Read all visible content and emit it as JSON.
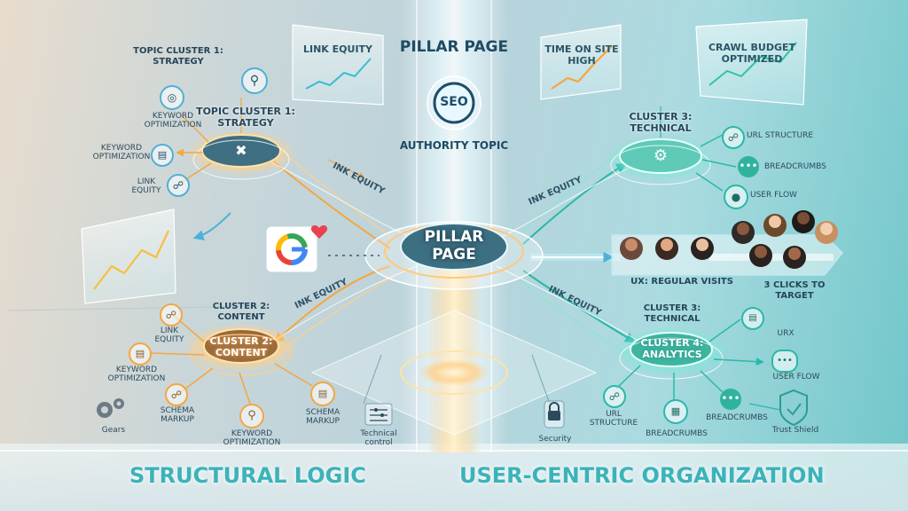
{
  "header": {
    "title": "PILLAR PAGE",
    "badge": "SEO",
    "subtitle": "AUTHORITY TOPIC"
  },
  "center": {
    "label": "PILLAR\nPAGE"
  },
  "panels": {
    "link_equity": "LINK EQUITY",
    "time_on_site": "TIME ON SITE\nHIGH",
    "crawl_budget": "CRAWL BUDGET\nOPTIMIZED"
  },
  "left_top": {
    "title": "TOPIC CLUSTER 1:\nSTRATEGY",
    "node": "TOPIC CLUSTER 1:\nSTRATEGY",
    "kw1": "KEYWORD\nOPTIMIZATION",
    "kw2": "KEYWORD\nOPTIMIZATION",
    "link": "LINK\nEQUITY"
  },
  "left_bottom": {
    "title": "CLUSTER 2:\nCONTENT",
    "node": "CLUSTER 2:\nCONTENT",
    "link": "LINK\nEQUITY",
    "kw": "KEYWORD\nOPTIMIZATION",
    "gears": "Gears",
    "schema1": "SCHEMA\nMARKUP",
    "kw2": "KEYWORD\nOPTIMIZATION",
    "schema2": "SCHEMA\nMARKUP"
  },
  "right_top": {
    "node": "CLUSTER 3:\nTECHNICAL",
    "url": "URL STRUCTURE",
    "breadcrumbs": "BREADCRUMBS",
    "flow": "USER FLOW"
  },
  "right_bottom": {
    "title": "CLUSTER 3:\nTECHNICAL",
    "node": "CLUSTER 4:\nANALYTICS",
    "urx": "URX",
    "flow": "USER FLOW",
    "url": "URL\nSTRUCTURE",
    "breadcrumbs1": "BREADCRUMBS",
    "breadcrumbs2": "BREADCRUMBS",
    "trust": "Trust Shield"
  },
  "link_labels": {
    "a": "INK EQUITY",
    "b": "INK EQUITY",
    "c": "INK EQUITY",
    "d": "INK EQUITY"
  },
  "ux": {
    "visits": "UX: REGULAR VISITS",
    "clicks": "3 CLICKS TO\nTARGET"
  },
  "bottom": {
    "technical": "Technical\ncontrol",
    "security": "Security"
  },
  "footer": {
    "left": "STRUCTURAL LOGIC",
    "right": "USER-CENTRIC ORGANIZATION"
  },
  "colors": {
    "warm": "#f5a640",
    "cool": "#3cc7b8",
    "beam": "#e9fbff",
    "text": "#26465a"
  }
}
